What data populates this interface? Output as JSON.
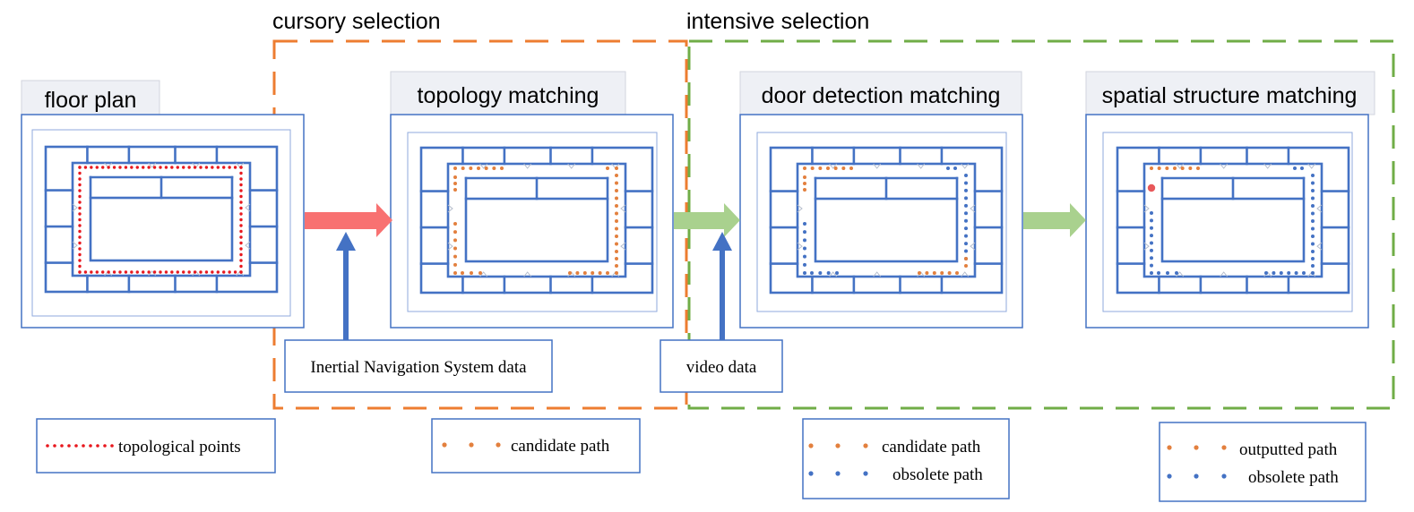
{
  "groups": {
    "cursory": {
      "label": "cursory selection",
      "color": "#ed7d31"
    },
    "intensive": {
      "label": "intensive selection",
      "color": "#70ad47"
    }
  },
  "panels": [
    {
      "title": "floor plan",
      "path": "topological"
    },
    {
      "title": "topology matching",
      "path": "candidate"
    },
    {
      "title": "door detection matching",
      "path": "door"
    },
    {
      "title": "spatial structure matching",
      "path": "output"
    }
  ],
  "inputs": {
    "ins": "Inertial Navigation System data",
    "video": "video data"
  },
  "legends": {
    "topological": {
      "label": "topological points"
    },
    "candidate": {
      "label": "candidate path"
    },
    "door": {
      "candidate_label": "candidate path",
      "obsolete_label": "obsolete path"
    },
    "output": {
      "outputted_label": "outputted path",
      "obsolete_label": "obsolete path"
    }
  },
  "colors": {
    "frame_blue": "#4472c4",
    "tab_gray": "#eef0f5",
    "arrow_red": "#f87171",
    "arrow_green": "#a9d18e",
    "arrow_blue": "#4472c4",
    "dot_red": "#e8181e",
    "dot_orange": "#e3803e",
    "dot_blue": "#4472c4",
    "marker_red": "#e8585a"
  }
}
